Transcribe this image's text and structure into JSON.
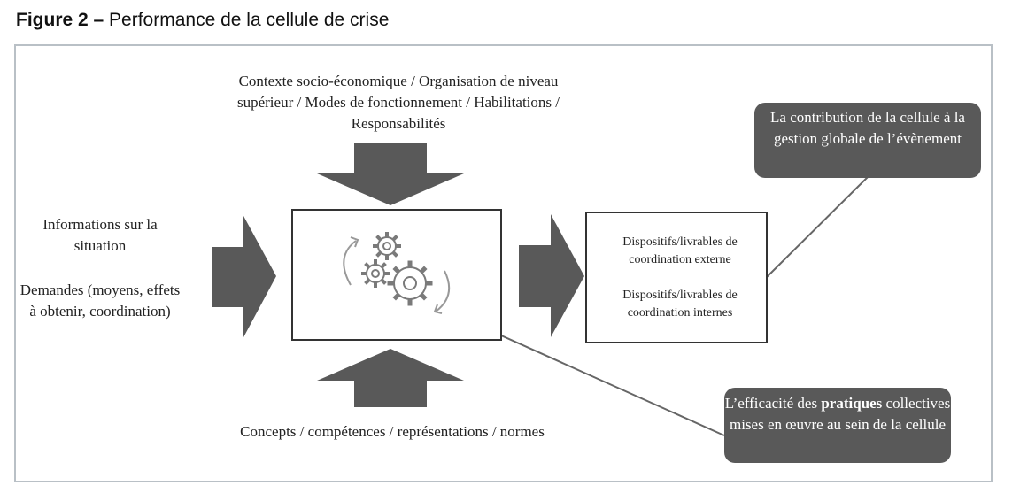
{
  "figure": {
    "label": "Figure 2 –",
    "title": "Performance de la cellule de crise"
  },
  "inputs": {
    "top": "Contexte socio-économique / Organisation de niveau supérieur / Modes de fonctionnement / Habilitations / Responsabilités",
    "bottom": "Concepts / compétences / représentations / normes",
    "left_1": "Informations sur la situation",
    "left_2": "Demandes (moyens, effets à obtenir, coordination)"
  },
  "outputs": {
    "item_1": "Dispositifs/livrables de coordination externe",
    "item_2": "Dispositifs/livrables de coordination internes"
  },
  "callouts": {
    "contribution": "La contribution de la cellule à la gestion globale de l’évènement",
    "efficacite_prefix": "L’efficacité des ",
    "efficacite_bold": "pratiques",
    "efficacite_suffix": " collectives mises en œuvre au sein de la cellule"
  },
  "icons": {
    "process": "gears-cycle-icon"
  },
  "colors": {
    "arrow": "#595959",
    "callout_bg": "#595959",
    "frame_border": "#b9c0c6",
    "gear_stroke": "#7a7a7a"
  }
}
